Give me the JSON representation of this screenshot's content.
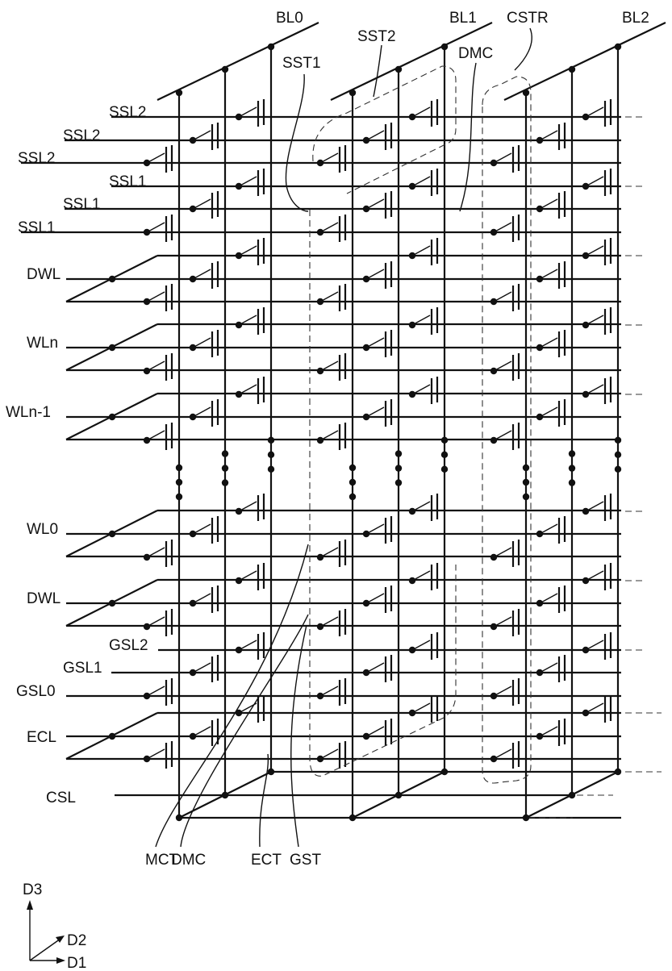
{
  "title": "3D vertical NAND cell array circuit",
  "colors": {
    "line": "#111111",
    "background": "#ffffff"
  },
  "bit_lines": [
    "BL0",
    "BL1",
    "BL2"
  ],
  "row_labels": [
    {
      "id": "ssl2-a",
      "text": "SSL2"
    },
    {
      "id": "ssl2-b",
      "text": "SSL2"
    },
    {
      "id": "ssl2-c",
      "text": "SSL2"
    },
    {
      "id": "ssl1-a",
      "text": "SSL1"
    },
    {
      "id": "ssl1-b",
      "text": "SSL1"
    },
    {
      "id": "ssl1-c",
      "text": "SSL1"
    },
    {
      "id": "dwl-top",
      "text": "DWL"
    },
    {
      "id": "wln",
      "text": "WLn"
    },
    {
      "id": "wln-1",
      "text": "WLn-1"
    },
    {
      "id": "wl0",
      "text": "WL0"
    },
    {
      "id": "dwl-bottom",
      "text": "DWL"
    },
    {
      "id": "gsl2",
      "text": "GSL2"
    },
    {
      "id": "gsl1",
      "text": "GSL1"
    },
    {
      "id": "gsl0",
      "text": "GSL0"
    },
    {
      "id": "ecl",
      "text": "ECL"
    },
    {
      "id": "csl",
      "text": "CSL"
    }
  ],
  "callouts": {
    "top": [
      "SST1",
      "SST2",
      "DMC",
      "CSTR"
    ],
    "bottom": [
      "MCT",
      "DMC",
      "ECT",
      "GST"
    ]
  },
  "axes": {
    "d3": "D3",
    "d2": "D2",
    "d1": "D1"
  }
}
